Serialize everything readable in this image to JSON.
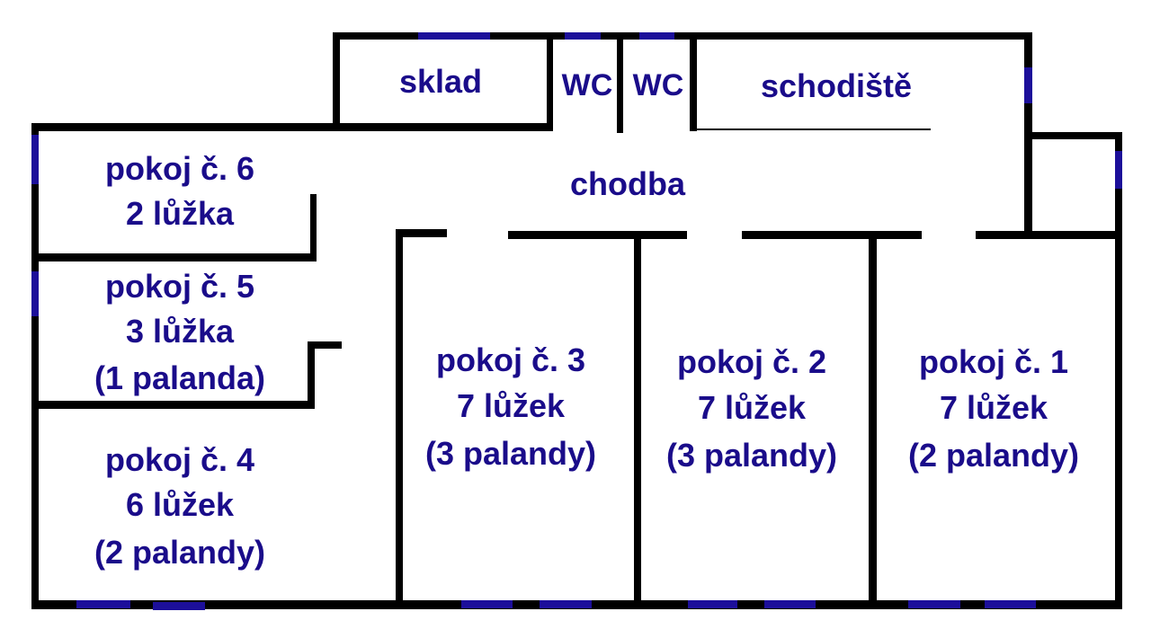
{
  "rooms": {
    "sklad": "sklad",
    "wc1": "WC",
    "wc2": "WC",
    "stairs": "schodiště",
    "corridor": "chodba",
    "room6": {
      "name": "pokoj č. 6",
      "beds": "2 lůžka"
    },
    "room5": {
      "name": "pokoj č. 5",
      "beds": "3 lůžka",
      "bunks": "(1 palanda)"
    },
    "room4": {
      "name": "pokoj č. 4",
      "beds": "6 lůžek",
      "bunks": "(2 palandy)"
    },
    "room3": {
      "name": "pokoj č. 3",
      "beds": "7 lůžek",
      "bunks": "(3 palandy)"
    },
    "room2": {
      "name": "pokoj č. 2",
      "beds": "7 lůžek",
      "bunks": "(3 palandy)"
    },
    "room1": {
      "name": "pokoj č. 1",
      "beds": "7 lůžek",
      "bunks": "(2 palandy)"
    }
  },
  "colors": {
    "text": "#1a0c8a",
    "window": "#1c0f9a",
    "wall": "#000000"
  }
}
